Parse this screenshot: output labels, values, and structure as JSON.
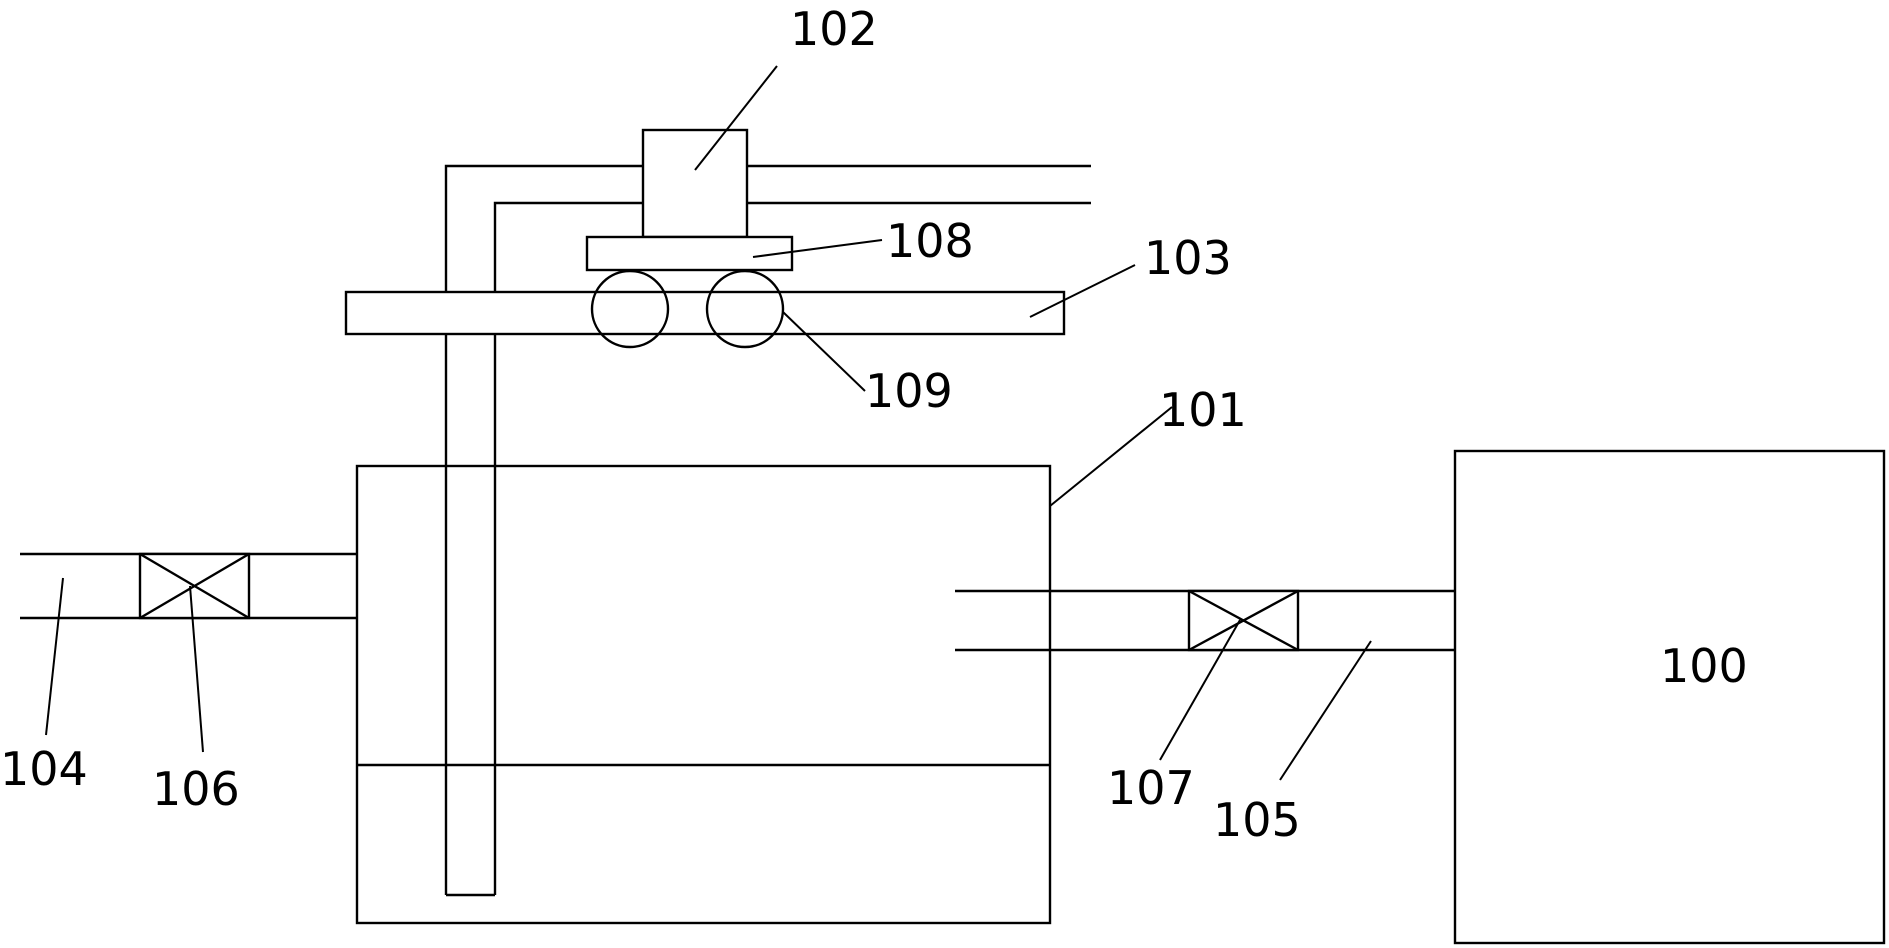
{
  "labels": {
    "100": "100",
    "101": "101",
    "102": "102",
    "103": "103",
    "104": "104",
    "105": "105",
    "106": "106",
    "107": "107",
    "108": "108",
    "109": "109"
  }
}
